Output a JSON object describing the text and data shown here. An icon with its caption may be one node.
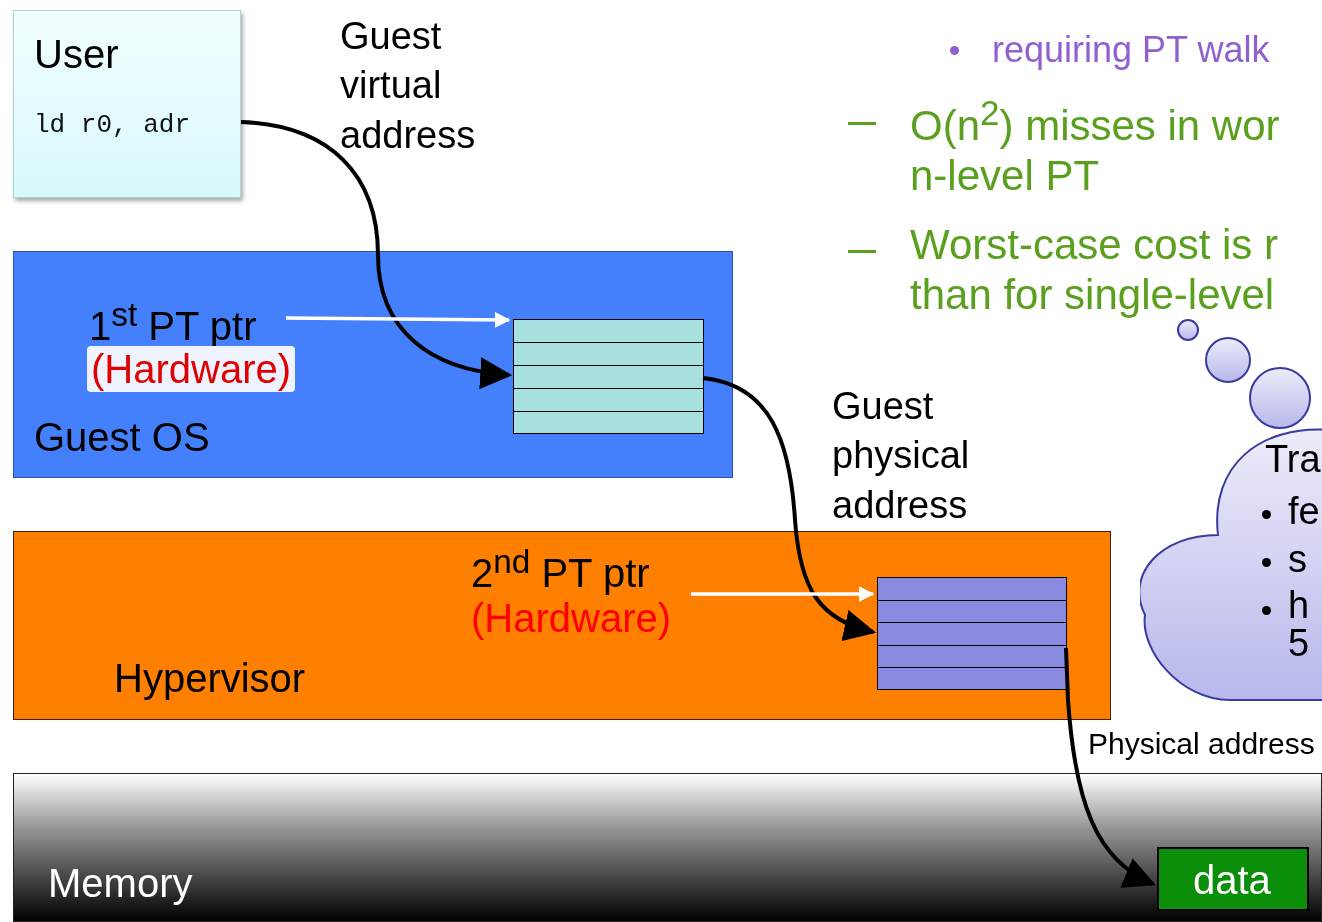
{
  "diagram": {
    "nodes": [
      {
        "text": [
          "User",
          "ld r0, adr"
        ]
      },
      {
        "text": [
          "Guest OS"
        ]
      },
      {
        "text": [
          "1$^{st}$ PT ptr",
          "(Hardware)"
        ],
        "in": 1
      },
      {
        "text": [],
        "shape": "box",
        "in": 1
      },
      {
        "text": [
          "Hypervisor"
        ]
      },
      {
        "text": [
          "2$^{nd}$ PT ptr",
          "(Hardware)"
        ],
        "in": 4
      },
      {
        "text": [],
        "shape": "box",
        "in": 4
      },
      {
        "text": [
          "Memory"
        ]
      },
      {
        "text": [
          "data"
        ],
        "in": 7
      },
      {
        "text": [
          "Tra",
          "fe",
          "s",
          "h 5"
        ]
      }
    ],
    "edges": [
      {
        "from": 0,
        "to": 3,
        "arrow": "to",
        "label": "Guest virtual address"
      },
      {
        "from": 2,
        "to": 3,
        "arrow": "to",
        "color": "#ffffff"
      },
      {
        "from": 3,
        "to": 6,
        "arrow": "to",
        "label": "Guest physical address"
      },
      {
        "from": 5,
        "to": 6,
        "arrow": "to",
        "color": "#ffffff"
      },
      {
        "from": 6,
        "to": 8,
        "arrow": "to",
        "label": "Physical address"
      }
    ],
    "labels": [
      "requiring PT walk",
      "O(n$^{2}$) misses in wor n-level PT",
      "Worst-case cost is r than for single-level"
    ]
  }
}
